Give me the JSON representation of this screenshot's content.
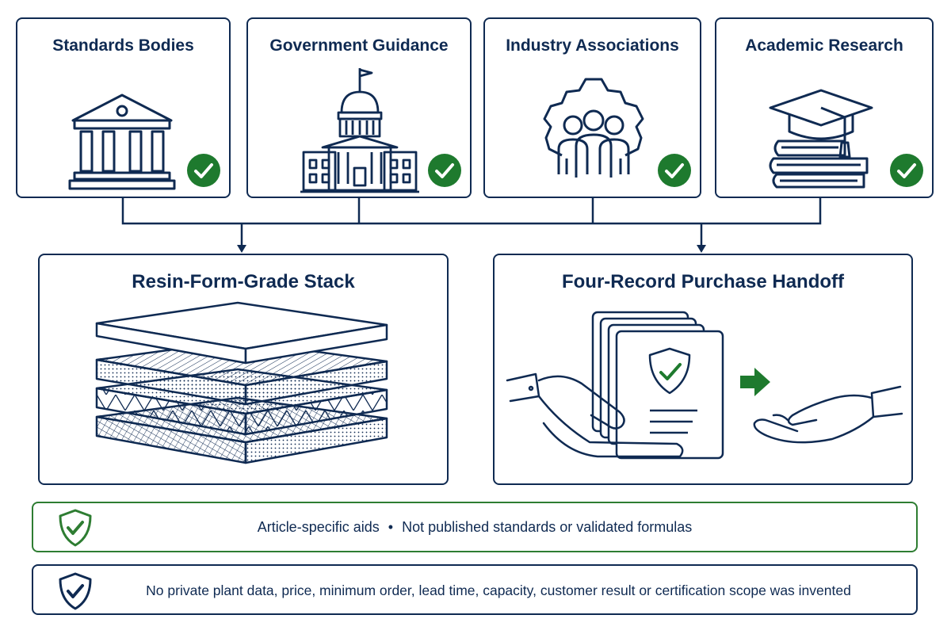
{
  "sources": [
    {
      "title": "Standards Bodies",
      "icon": "columns-building-icon",
      "status": "check"
    },
    {
      "title": "Government Guidance",
      "icon": "capitol-building-icon",
      "status": "check"
    },
    {
      "title": "Industry Associations",
      "icon": "people-gear-icon",
      "status": "check"
    },
    {
      "title": "Academic Research",
      "icon": "graduation-cap-books-icon",
      "status": "check"
    }
  ],
  "stack_card": {
    "title": "Resin-Form-Grade Stack",
    "icon": "material-layers-icon"
  },
  "handoff_card": {
    "title": "Four-Record Purchase Handoff",
    "icon": "document-handoff-icon"
  },
  "banners": [
    {
      "sep": "•",
      "left_text": "Article-specific aids",
      "right_text": "Not published standards or validated formulas",
      "icon": "shield-check-icon",
      "border_color": "#2e7d32"
    },
    {
      "text": "No private plant data, price, minimum order, lead time, capacity, customer result or certification scope was invented",
      "icon": "shield-check-icon",
      "border_color": "#0f2a52"
    }
  ],
  "colors": {
    "navy": "#0f2a52",
    "green": "#1e7a2e"
  }
}
